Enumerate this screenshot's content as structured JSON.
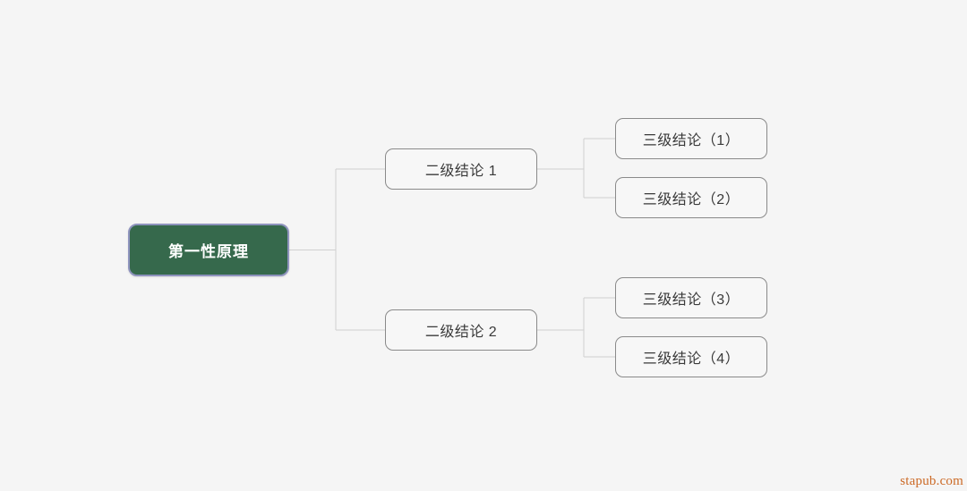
{
  "diagram": {
    "type": "mind-map",
    "orientation": "left-to-right",
    "background_color": "#f5f5f5",
    "connector_color": "#d0d0d0",
    "root": {
      "label": "第一性原理",
      "fill_color": "#36694c",
      "border_color": "#8e93bd",
      "text_color": "#ffffff"
    },
    "level2": [
      {
        "label": "二级结论 1"
      },
      {
        "label": "二级结论 2"
      }
    ],
    "level3": [
      {
        "label": "三级结论（1）",
        "parent": "二级结论 1"
      },
      {
        "label": "三级结论（2）",
        "parent": "二级结论 1"
      },
      {
        "label": "三级结论（3）",
        "parent": "二级结论 2"
      },
      {
        "label": "三级结论（4）",
        "parent": "二级结论 2"
      }
    ],
    "node_style": {
      "fill_color": "#f7f7f7",
      "border_color": "#8a8a8a",
      "text_color": "#3a3a3a"
    }
  },
  "watermark": {
    "text": "stapub.com",
    "color": "#cc6a26"
  }
}
